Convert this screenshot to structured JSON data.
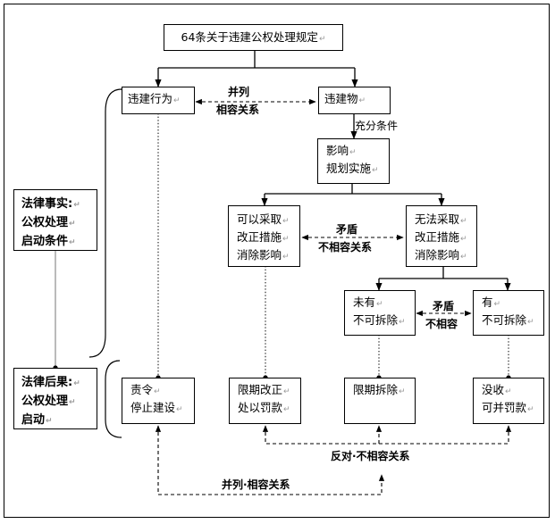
{
  "title": "64条关于违建公权处理规定",
  "mark": "↵",
  "nodes": {
    "violation_act": "违建行为",
    "violation_building": "违建物",
    "impact_line1": "影响",
    "impact_line2": "规划实施",
    "can_line1": "可以采取",
    "can_line2": "改正措施",
    "can_line3": "消除影响",
    "cannot_line1": "无法采取",
    "cannot_line2": "改正措施",
    "cannot_line3": "消除影响",
    "not_have_line1": "未有",
    "not_have_line2": "不可拆除",
    "have_line1": "有",
    "have_line2": "不可拆除",
    "order_line1": "责令",
    "order_line2": "停止建设",
    "deadline_correct_line1": "限期改正",
    "deadline_correct_line2": "处以罚款",
    "deadline_demolish": "限期拆除",
    "confiscate_line1": "没收",
    "confiscate_line2": "可并罚款"
  },
  "side": {
    "facts_line1": "法律事实:",
    "facts_line2": "公权处理",
    "facts_line3": "启动条件",
    "result_line1": "法律后果:",
    "result_line2": "公权处理",
    "result_line3": "启动"
  },
  "labels": {
    "parallel_top_1": "并列",
    "parallel_top_2": "相容关系",
    "sufficient": "充分条件",
    "conflict_1": "矛盾",
    "conflict_2": "不相容关系",
    "conflict_small_1": "矛盾",
    "conflict_small_2": "不相容",
    "oppose": "反对·不相容关系",
    "parallel_bottom": "并列·相容关系"
  }
}
